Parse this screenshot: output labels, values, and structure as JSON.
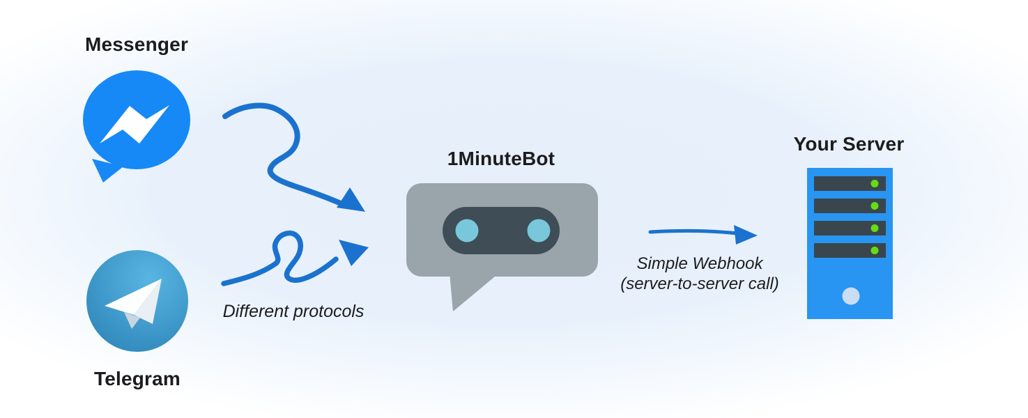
{
  "diagram": {
    "title": "",
    "nodes": {
      "messenger": {
        "label": "Messenger"
      },
      "telegram": {
        "label": "Telegram"
      },
      "bot": {
        "label": "1MinuteBot"
      },
      "server": {
        "label": "Your Server"
      }
    },
    "annotations": {
      "protocols": "Different protocols",
      "webhook_line1": "Simple Webhook",
      "webhook_line2": "(server-to-server call)"
    },
    "edges": [
      {
        "from": "Messenger",
        "to": "1MinuteBot",
        "style": "hand-drawn squiggle arrow"
      },
      {
        "from": "Telegram",
        "to": "1MinuteBot",
        "style": "hand-drawn loop arrow",
        "label": "Different protocols"
      },
      {
        "from": "1MinuteBot",
        "to": "Your Server",
        "style": "hand-drawn straight arrow",
        "label": "Simple Webhook (server-to-server call)"
      }
    ]
  },
  "icons": {
    "messenger": "speech-bubble-with-lightning-bolt",
    "telegram": "paper-plane-in-circle",
    "bot": "robot-face-chat-bubble",
    "server": "server-tower-with-leds",
    "arrows": "hand-drawn-blue-arrows"
  },
  "colors": {
    "background_center": "#E7F0FA",
    "background_edge": "#FFFFFF",
    "text_dark": "#1C1C1E",
    "arrow_blue": "#1B72CE",
    "messenger_blue": "#1689F6",
    "telegram_light": "#58B5E2",
    "telegram_dark": "#2E85B9",
    "bot_bubble_gray": "#99A5AB",
    "bot_visor_dark": "#3F4D56",
    "bot_eye_cyan": "#79C7DA",
    "server_blue": "#2795F1",
    "server_bar_dark": "#3A464E",
    "led_green": "#65DC15",
    "power_button": "#C9DDF4",
    "white": "#FFFFFF"
  }
}
